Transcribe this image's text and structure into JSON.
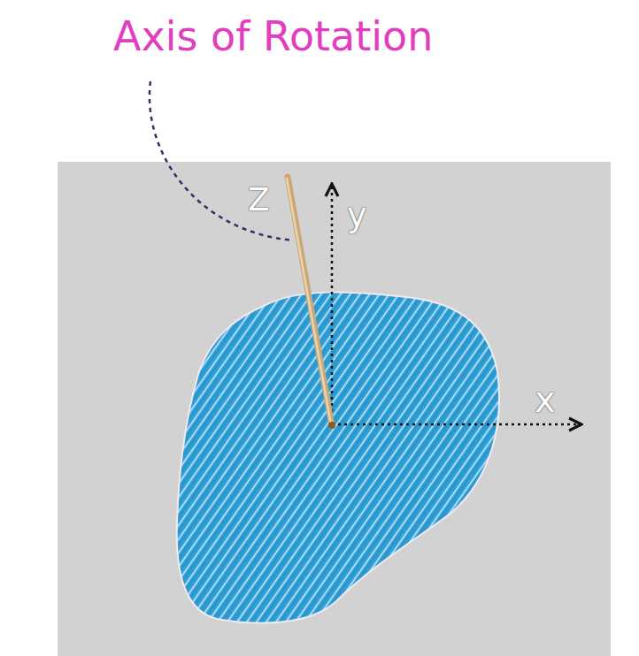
{
  "diagram": {
    "labels": [
      "Axis of Rotation",
      "Z",
      "y",
      "x"
    ]
  }
}
